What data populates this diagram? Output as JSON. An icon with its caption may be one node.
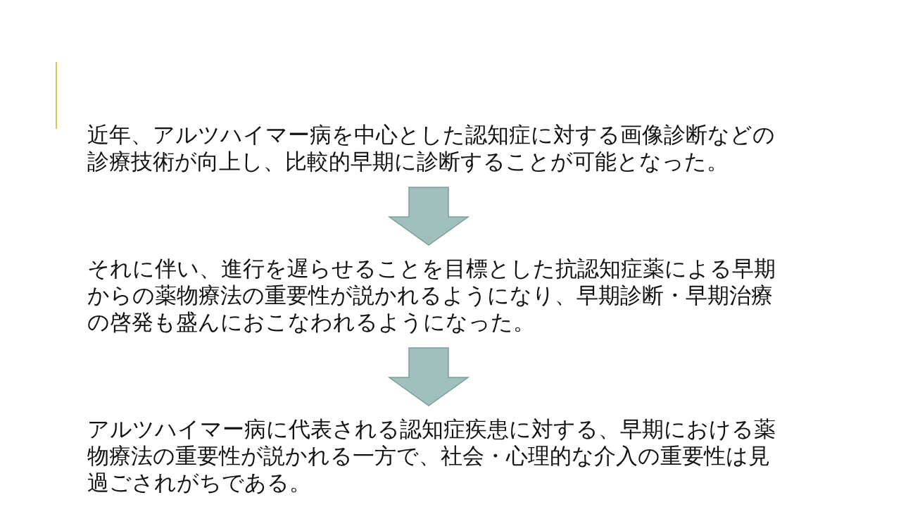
{
  "diagram": {
    "nodes": [
      {
        "text": [
          "近年、アルツハイマー病を中心とした認知症に対する画像診断などの診療技術が向上し、比較的早期に診断することが可能となった。"
        ]
      },
      {
        "text": [
          "それに伴い、進行を遅らせることを目標とした抗認知症薬による早期からの薬物療法の重要性が説かれるようになり、早期診断・早期治療の啓発も盛んにおこなわれるようになった。"
        ]
      },
      {
        "text": [
          "アルツハイマー病に代表される認知症疾患に対する、早期における薬物療法の重要性が説かれる一方で、社会・心理的な介入の重要性は見過ごされがちである。"
        ]
      }
    ],
    "edges": [
      {
        "from": 0,
        "to": 1,
        "arrow": "to"
      },
      {
        "from": 1,
        "to": 2,
        "arrow": "to"
      }
    ]
  }
}
